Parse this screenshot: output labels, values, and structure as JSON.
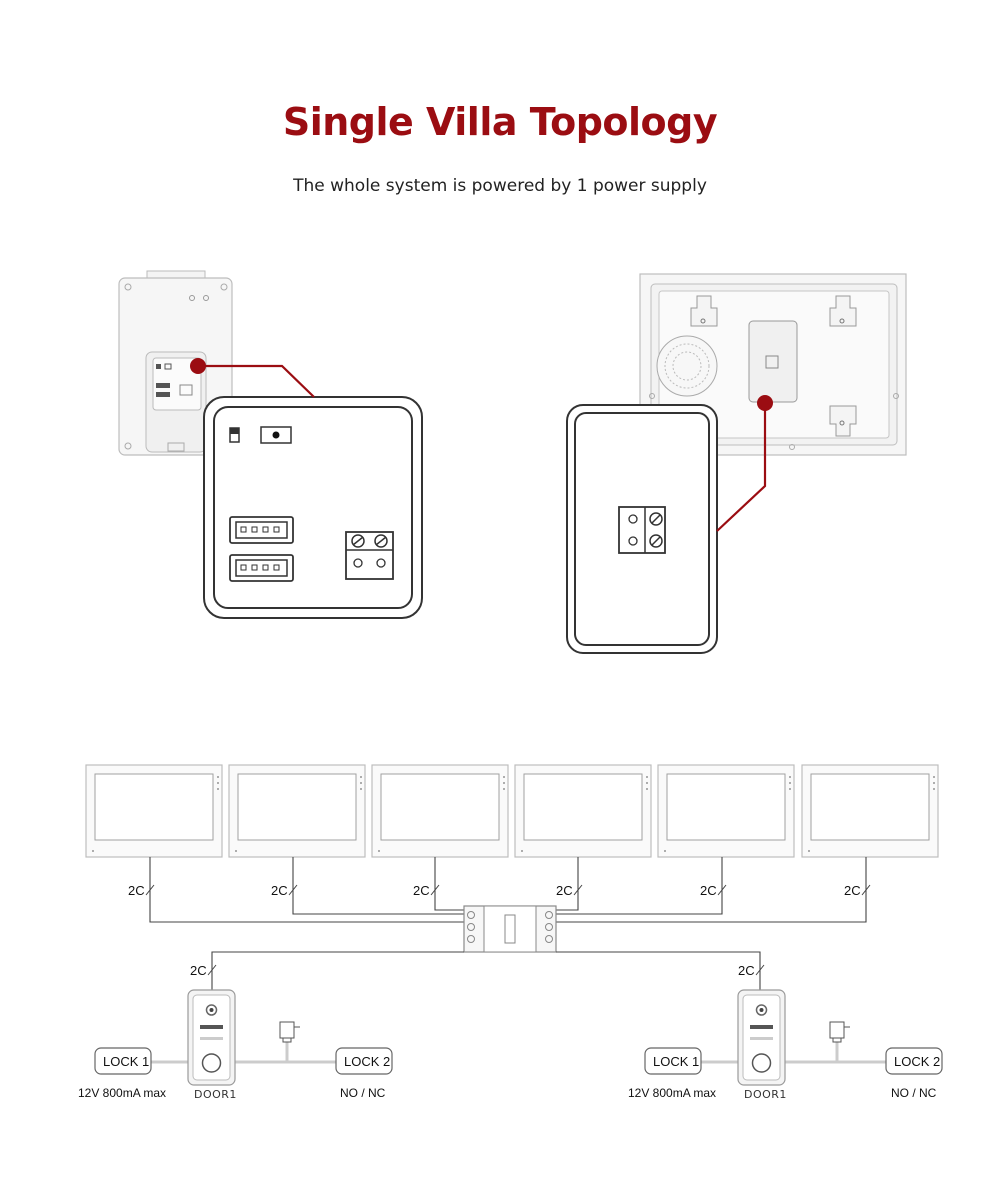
{
  "title": "Single Villa Topology",
  "subtitle": "The whole system is powered by 1 power supply",
  "colors": {
    "accent": "#9b0d12",
    "line": "#444444",
    "device": "#cfcfcf"
  },
  "monitors": [
    {
      "cable": "2C"
    },
    {
      "cable": "2C"
    },
    {
      "cable": "2C"
    },
    {
      "cable": "2C"
    },
    {
      "cable": "2C"
    },
    {
      "cable": "2C"
    }
  ],
  "doors": [
    {
      "cable": "2C",
      "name": "DOOR1",
      "lock1": "LOCK 1",
      "lock1_spec": "12V 800mA max",
      "lock2": "LOCK 2",
      "lock2_spec": "NO / NC"
    },
    {
      "cable": "2C",
      "name": "DOOR1",
      "lock1": "LOCK 1",
      "lock1_spec": "12V 800mA max",
      "lock2": "LOCK 2",
      "lock2_spec": "NO / NC"
    }
  ]
}
